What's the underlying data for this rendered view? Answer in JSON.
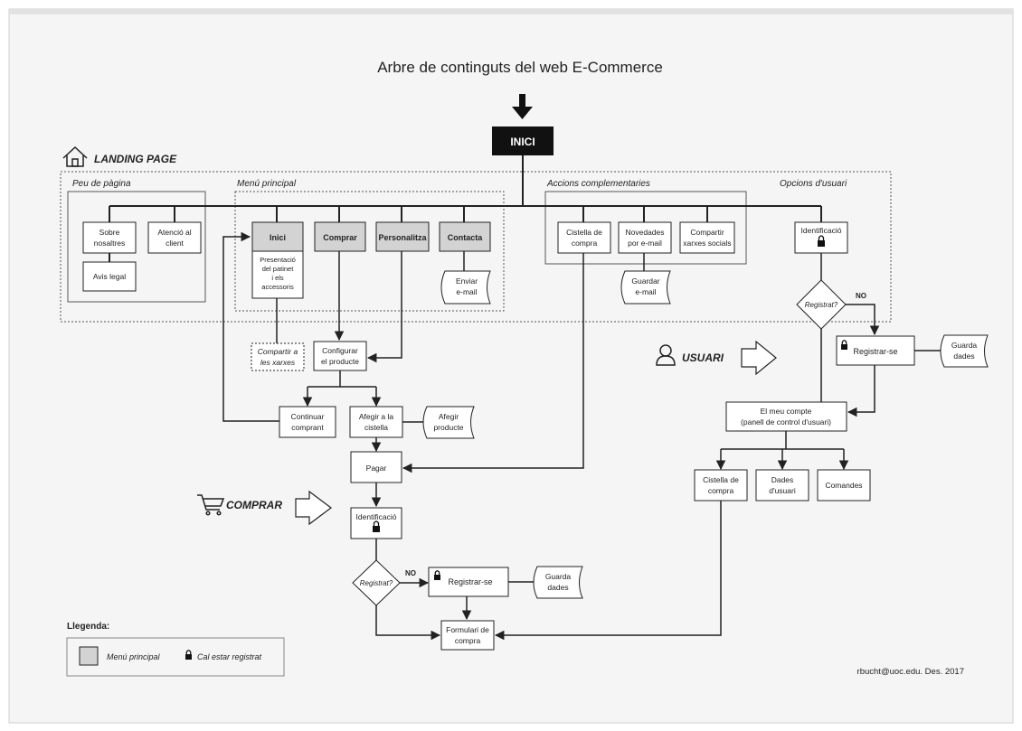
{
  "title": "Arbre de continguts del web E-Commerce",
  "start": "INICI",
  "landing_label": "LANDING PAGE",
  "sections": {
    "peu": "Peu de pàgina",
    "menu": "Menú principal",
    "accions": "Accions complementaries",
    "opcions": "Opcions d'usuari"
  },
  "footer_nodes": {
    "sobre": [
      "Sobre",
      "nosaltres"
    ],
    "atencio": [
      "Atenció al",
      "client"
    ],
    "avis": [
      "Avis legal"
    ]
  },
  "menu_nodes": {
    "inici": "Inici",
    "comprar": "Comprar",
    "personalitza": "Personalitza",
    "contacta": "Contacta",
    "inici_desc": [
      "Presentació",
      "del patinet",
      "i els",
      "accessoris"
    ],
    "enviar": [
      "Enviar",
      "e-mail"
    ]
  },
  "accions_nodes": {
    "cistella": [
      "Cistella de",
      "compra"
    ],
    "novedades": [
      "Novedades",
      "por e-mail"
    ],
    "compartir": [
      "Compartir",
      "xarxes socials"
    ],
    "guardar_email": [
      "Guardar",
      "e-mail"
    ]
  },
  "user_nodes": {
    "identificacio": "Identificació",
    "registrat": "Registrat?",
    "no": "NO",
    "registrarse": "Registrar-se",
    "guarda": [
      "Guarda",
      "dades"
    ],
    "usuari_label": "USUARI",
    "meu_compte": [
      "El meu compte",
      "(panell de control d'usuari)"
    ],
    "cistella": [
      "Cistella de",
      "compra"
    ],
    "dades": [
      "Dades",
      "d'usuari"
    ],
    "comandes": [
      "Comandes"
    ]
  },
  "flow_nodes": {
    "compartir_xarxes": [
      "Compartir a",
      "les xarxes"
    ],
    "configurar": [
      "Configurar",
      "el producte"
    ],
    "continuar": [
      "Continuar",
      "comprant"
    ],
    "afegir": [
      "Afegir a la",
      "cistella"
    ],
    "afegir_producte": [
      "Afegir",
      "producte"
    ],
    "pagar": "Pagar",
    "comprar_label": "COMPRAR",
    "identificacio": "Identificació",
    "registrat": "Registrat?",
    "no": "NO",
    "registrarse": "Registrar-se",
    "guarda": [
      "Guarda",
      "dades"
    ],
    "formulari": [
      "Formulari de",
      "compra"
    ]
  },
  "legend": {
    "title": "Llegenda:",
    "menu": "Menú principal",
    "registrat": "Cal estar registrat"
  },
  "credit": "rbucht@uoc.edu. Des. 2017",
  "colors": {
    "background": "#ffffff",
    "sheet": "#f5f5f5",
    "menu_fill": "#d3d3d3",
    "start_fill": "#111111",
    "line": "#222222"
  }
}
